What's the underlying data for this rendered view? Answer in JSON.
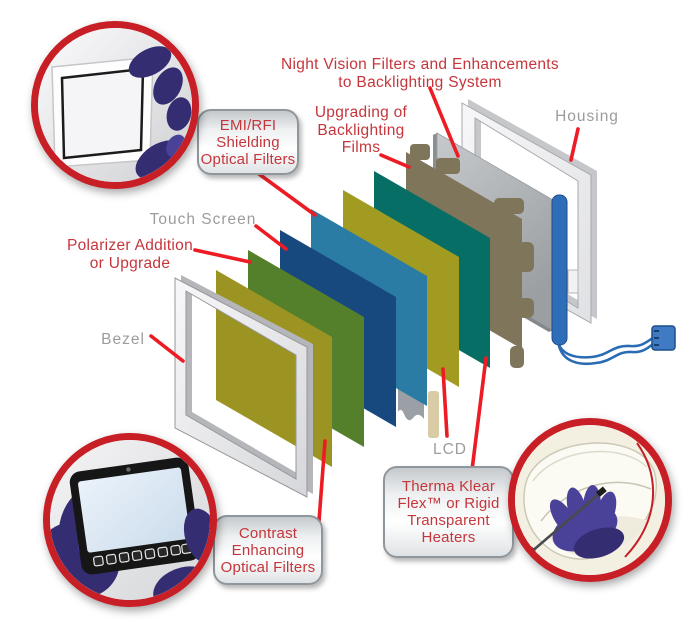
{
  "colors": {
    "background": "#ffffff",
    "label_red": "#c5363c",
    "label_gray": "#9c9c9c",
    "leader_red": "#ed1c24",
    "ring_red": "#c81e25",
    "box_border": "#8f979d",
    "bezel_shade": "#b5b6ba",
    "contrast_filter_olive": "#9c9422",
    "polarizer_green": "#547f2b",
    "touchscreen_navy": "#17497f",
    "emi_filter_blue": "#2a7ca5",
    "lcd_olive": "#a29b22",
    "heater_teal": "#066e64",
    "backlight_films_khaki": "#7e755a",
    "backlight_edge_blue": "#2e6db8",
    "cable_blue": "#2a6cb4",
    "housing_shade": "#c6c7ca",
    "flex_gray": "#9aa0a6",
    "flex_tab_tan": "#d8cba5",
    "glove_purple": "#342d72",
    "glove_purple_light": "#4a4199"
  },
  "labels": {
    "night_vision": [
      "Night Vision Filters and Enhancements",
      "to Backlighting System"
    ],
    "emi_box": [
      "EMI/RFI",
      "Shielding",
      "Optical Filters"
    ],
    "upgrading": [
      "Upgrading of",
      "Backlighting",
      "Films"
    ],
    "housing": "Housing",
    "touch_screen": "Touch Screen",
    "polarizer": [
      "Polarizer Addition",
      "or Upgrade"
    ],
    "bezel": "Bezel",
    "lcd": "LCD",
    "contrast_box": [
      "Contrast",
      "Enhancing",
      "Optical Filters"
    ],
    "therma_box": [
      "Therma Klear",
      "Flex™ or Rigid",
      "Transparent",
      "Heaters"
    ]
  },
  "layers": [
    {
      "name": "bezel",
      "color": "#f1f1f3"
    },
    {
      "name": "contrast-enhancing-optical-filter",
      "color": "#9c9422"
    },
    {
      "name": "polarizer",
      "color": "#547f2b"
    },
    {
      "name": "touch-screen",
      "color": "#17497f"
    },
    {
      "name": "emi-rfi-shielding-filter",
      "color": "#2a7ca5"
    },
    {
      "name": "lcd",
      "color": "#a29b22"
    },
    {
      "name": "therma-klear-heater",
      "color": "#066e64"
    },
    {
      "name": "backlighting-films",
      "color": "#7e755a"
    },
    {
      "name": "backlight-module",
      "color": "#9da1a3"
    },
    {
      "name": "housing",
      "color": "#f2f2f4"
    }
  ],
  "insets": {
    "top_left": "hand-holding-optical-filter-photo",
    "bottom_left": "hands-holding-touch-screen-photo",
    "bottom_right": "hand-bending-transparent-heater-photo"
  }
}
